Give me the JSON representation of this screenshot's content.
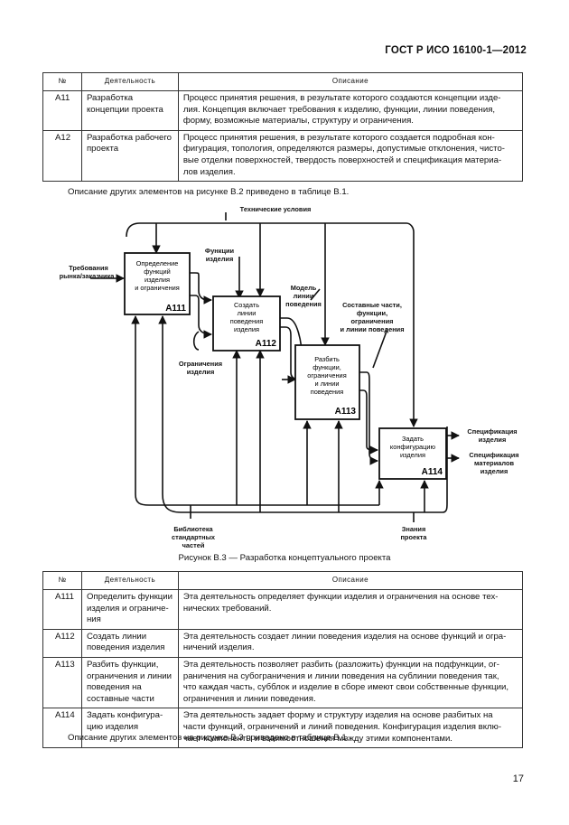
{
  "header": {
    "standard": "ГОСТ Р ИСО 16100-1—2012"
  },
  "table1": {
    "columns": [
      "№",
      "Деятельность",
      "Описание"
    ],
    "rows": [
      {
        "id": "A11",
        "activity": "Разработка\nконцепции проекта",
        "description": "Процесс принятия решения, в результате которого создаются концепции изде-\nлия. Концепция включает требования к изделию, функции, линии поведения,\nформу, возможные материалы, структуру и ограничения."
      },
      {
        "id": "A12",
        "activity": "Разработка рабочего\nпроекта",
        "description": "Процесс принятия решения, в результате которого создается подробная кон-\nфигурация, топология, определяются размеры, допустимые отклонения, чисто-\nвые отделки поверхностей, твердость поверхностей и спецификация материа-\nлов изделия."
      }
    ]
  },
  "note1": "Описание других элементов на рисунке В.2 приведено в таблице В.1.",
  "figure": {
    "caption": "Рисунок В.3 — Разработка концептуального проекта",
    "boxes": [
      {
        "label": "Определение\nфункций\nизделия\nи ограничения",
        "code": "A111"
      },
      {
        "label": "Создать\nлинии\nповедения\nизделия",
        "code": "A112"
      },
      {
        "label": "Разбить\nфункции,\nограничения\nи линии\nповедения",
        "code": "A113"
      },
      {
        "label": "Задать\nконфигурацию\nизделия",
        "code": "A114"
      }
    ],
    "labels": {
      "tech_conditions": "Технические условия",
      "requirements": "Требования\nрынка/заказчика",
      "functions": "Функции\nизделия",
      "constraints": "Ограничения\nизделия",
      "behavior_model": "Модель\nлинии\nповедения",
      "components": "Составные части,\nфункции,\nограничения\nи линии поведения",
      "spec_product": "Спецификация\nизделия",
      "spec_materials": "Спецификация\nматериалов\nизделия",
      "std_library": "Библиотека\nстандартных\nчастей",
      "project_knowledge": "Знания\nпроекта"
    }
  },
  "table2": {
    "columns": [
      "№",
      "Деятельность",
      "Описание"
    ],
    "rows": [
      {
        "id": "A111",
        "activity": "Определить функции\nизделия и ограниче-\nния",
        "description": "Эта деятельность определяет функции изделия и ограничения на основе тех-\nнических требований."
      },
      {
        "id": "A112",
        "activity": "Создать линии\nповедения изделия",
        "description": "Эта деятельность создает линии поведения изделия на основе функций и огра-\nничений изделия."
      },
      {
        "id": "A113",
        "activity": "Разбить функции,\nограничения и линии\nповедения на\nсоставные части",
        "description": "Эта деятельность позволяет разбить (разложить) функции на подфункции, ог-\nраничения на субограничения и линии поведения на сублинии поведения так,\nчто каждая часть, субблок и изделие в сборе имеют свои собственные функции,\nограничения и линии поведения."
      },
      {
        "id": "A114",
        "activity": "Задать конфигура-\nцию изделия",
        "description": "Эта деятельность задает форму и структуру изделия на основе разбитых на\nчасти функций, ограничений и линий поведения. Конфигурация изделия вклю-\nчает компоненты и взаимоотношения между этими компонентами."
      }
    ]
  },
  "note2": "Описание других элементов на рисунке В.3 приведено в таблице В.1.",
  "page_number": "17"
}
